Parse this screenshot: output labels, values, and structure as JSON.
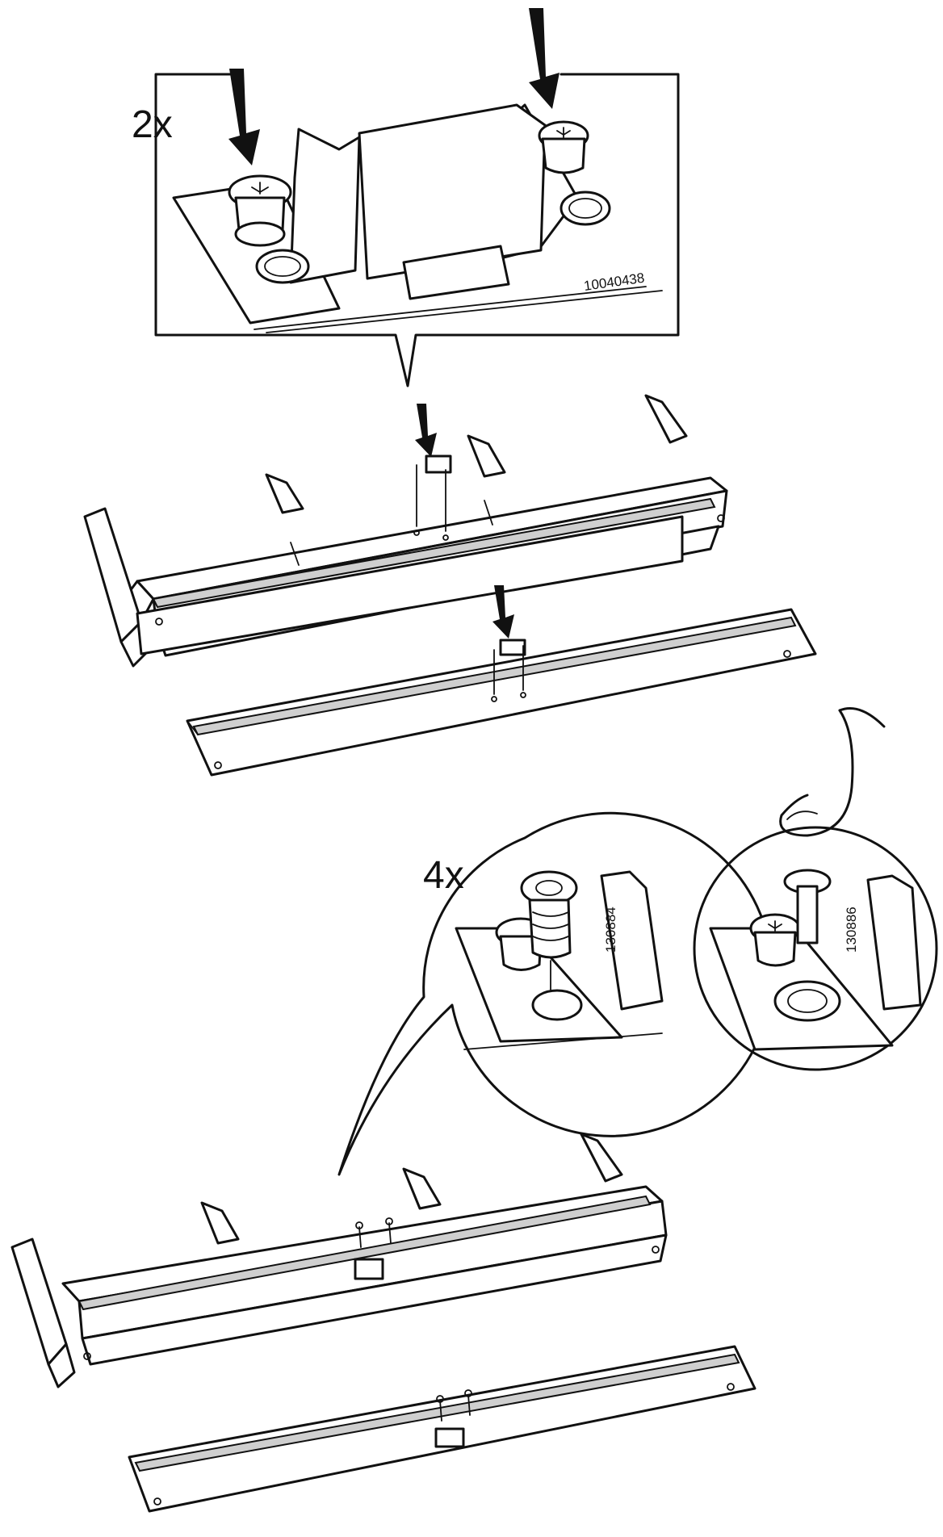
{
  "title": "",
  "callouts": {
    "top": {
      "quantity": "2x",
      "part_number": "10040438"
    },
    "left_circle": {
      "quantity": "4x",
      "part_number": "130884"
    },
    "right_circle": {
      "part_number": "130886"
    }
  },
  "icons": [
    "down-arrow-icon",
    "screw-icon",
    "finger-press-icon",
    "cam-bolt-icon",
    "dowel-pin-icon"
  ]
}
